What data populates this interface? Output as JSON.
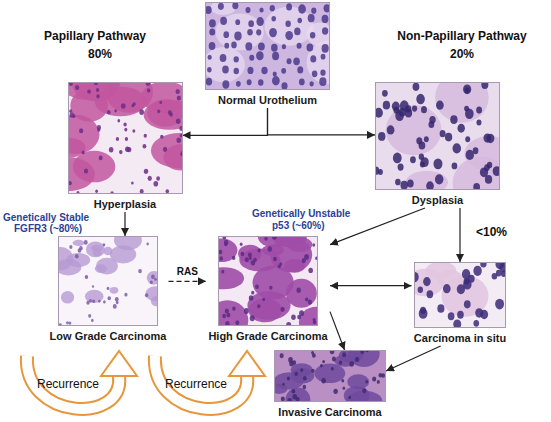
{
  "diagram": {
    "nodes": [
      {
        "text": [
          "Normal Urothelium"
        ]
      },
      {
        "text": [
          "Hyperplasia"
        ]
      },
      {
        "text": [
          "Dysplasia"
        ]
      },
      {
        "text": [
          "Low Grade Carcinoma"
        ]
      },
      {
        "text": [
          "High Grade Carcinoma"
        ]
      },
      {
        "text": [
          "Carcinoma in situ"
        ]
      },
      {
        "text": [
          "Invasive Carcinoma"
        ]
      }
    ],
    "edges": [
      {
        "from": 0,
        "to": 1,
        "arrow": "to"
      },
      {
        "from": 0,
        "to": 2,
        "arrow": "to"
      },
      {
        "from": 1,
        "to": 3,
        "arrow": "to"
      },
      {
        "from": 2,
        "to": 4,
        "arrow": "to"
      },
      {
        "from": 2,
        "to": 5,
        "arrow": "to"
      },
      {
        "from": 3,
        "to": 4,
        "arrow": "to",
        "label": "RAS"
      },
      {
        "from": 4,
        "to": 5,
        "arrow": "both"
      },
      {
        "from": 4,
        "to": 6,
        "arrow": "to"
      },
      {
        "from": 5,
        "to": 6,
        "arrow": "to"
      }
    ],
    "labels": [
      "Papillary Pathway",
      "80%",
      "Non-Papillary Pathway",
      "20%",
      "Genetically Stable",
      "FGFR3 (~80%)",
      "Genetically Unstable",
      "p53 (~60%)",
      "<10%",
      "Recurrence",
      "Recurrence"
    ]
  }
}
